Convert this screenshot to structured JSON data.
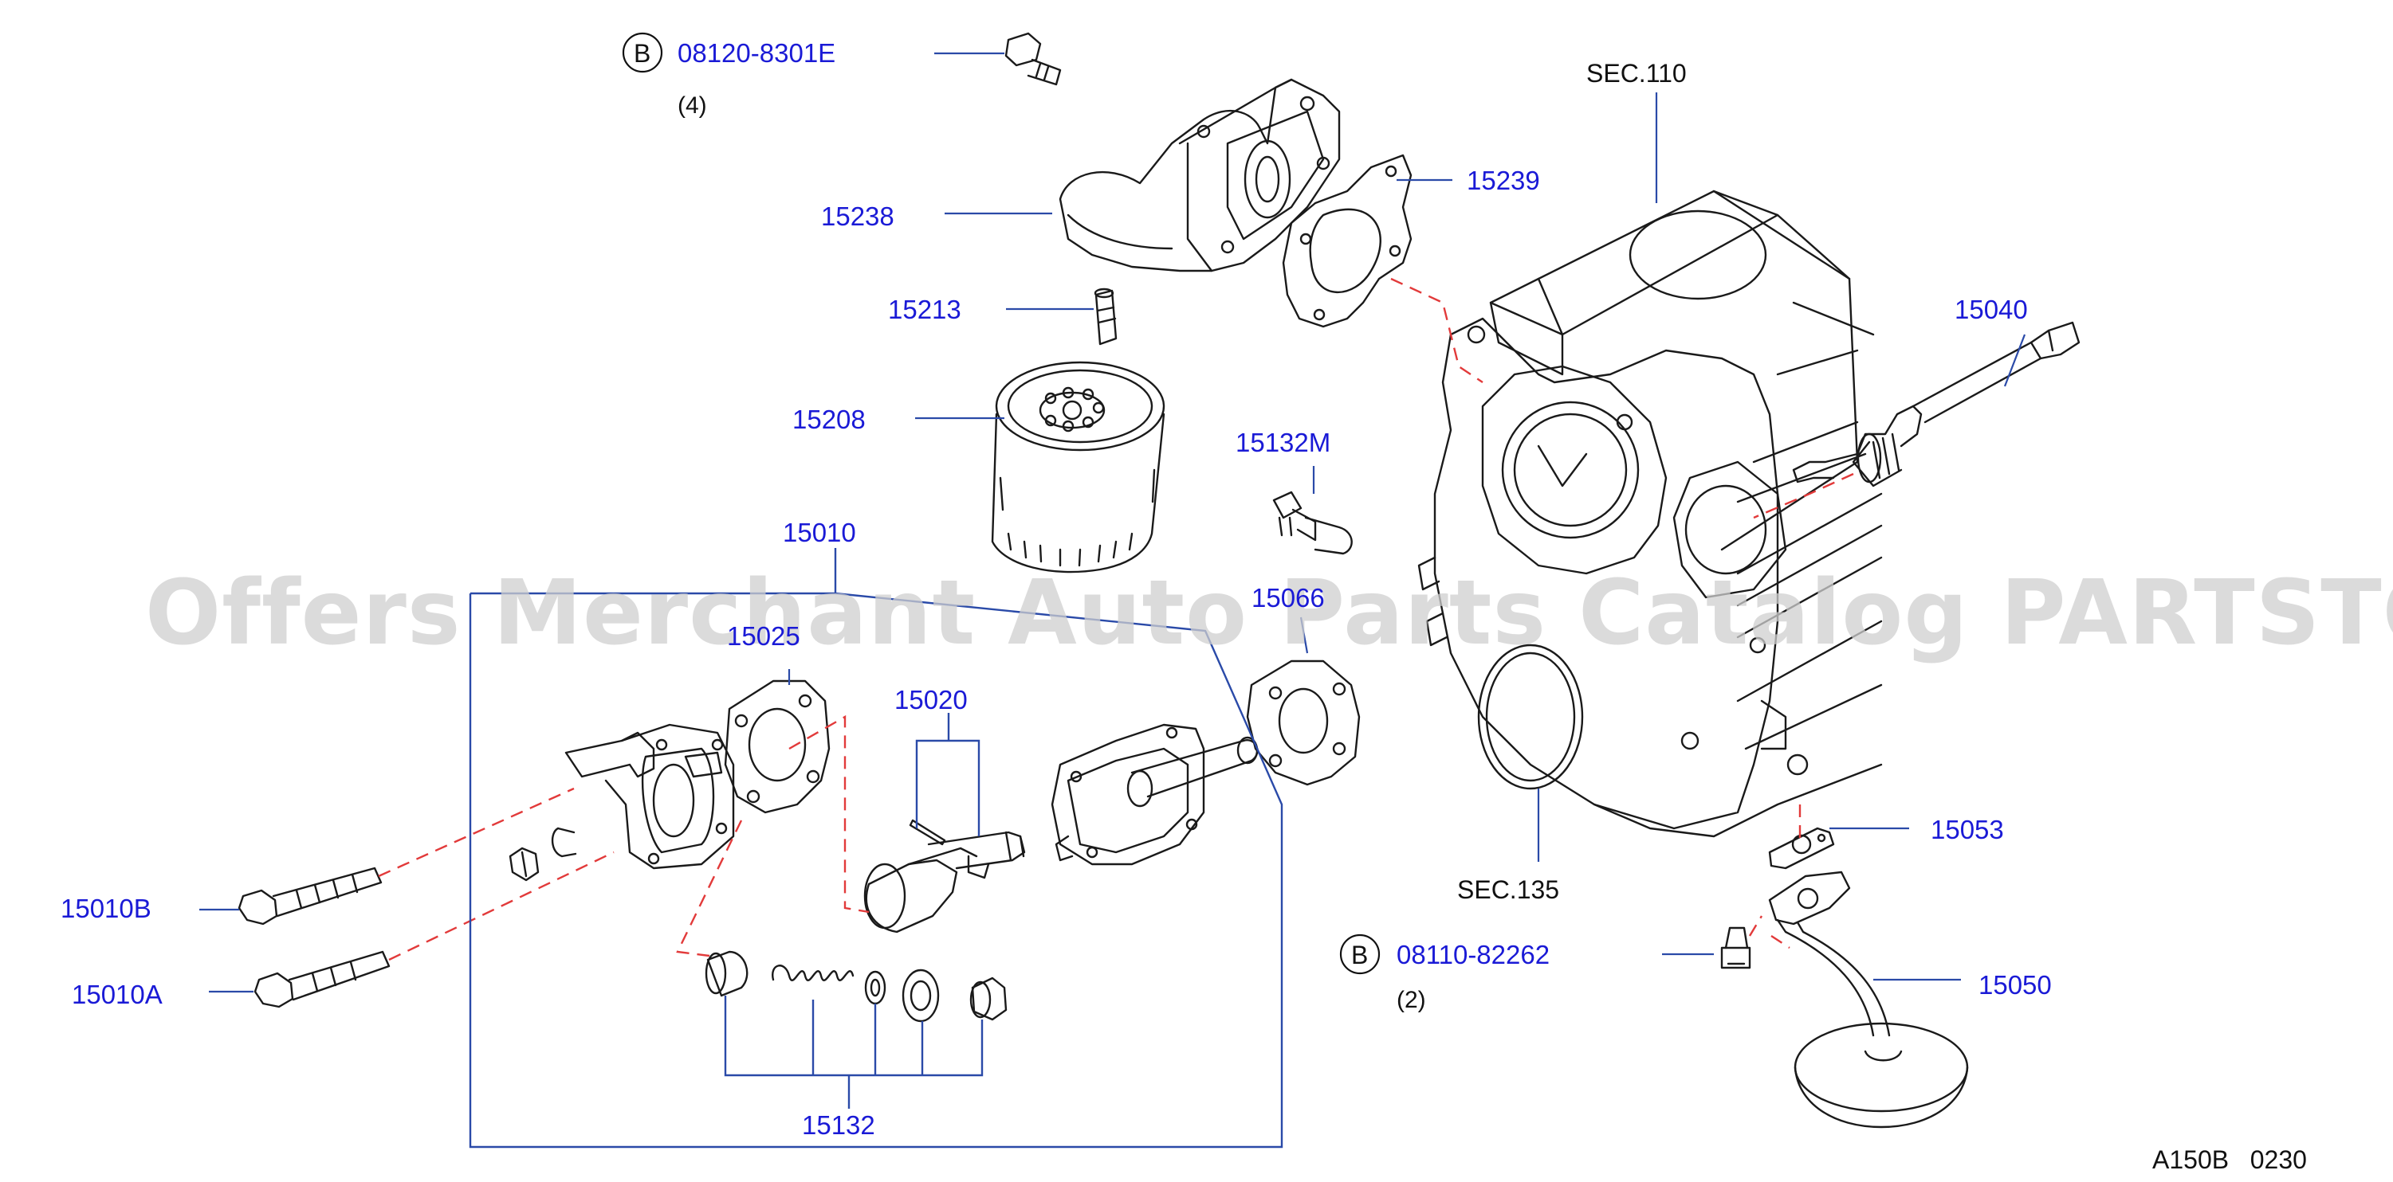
{
  "watermark": "Offers Merchant Auto Parts Catalog PARTSTORE.SA",
  "diagram_code": "A150B   0230",
  "colors": {
    "part_label": "#1a1ad6",
    "leader": "#2a4aa8",
    "dashed": "#e23a3a",
    "drawing": "#1a1a1a"
  },
  "references": {
    "sec110": "SEC.110",
    "sec135": "SEC.135"
  },
  "bolts": {
    "top": {
      "badge": "B",
      "number": "08120-8301E",
      "qty": "(4)"
    },
    "bottom": {
      "badge": "B",
      "number": "08110-82262",
      "qty": "(2)"
    }
  },
  "parts": {
    "p15238": "15238",
    "p15239": "15239",
    "p15213": "15213",
    "p15208": "15208",
    "p15040": "15040",
    "p15132M": "15132M",
    "p15010": "15010",
    "p15066": "15066",
    "p15025": "15025",
    "p15020": "15020",
    "p15010B": "15010B",
    "p15010A": "15010A",
    "p15132": "15132",
    "p15053": "15053",
    "p15050": "15050"
  }
}
